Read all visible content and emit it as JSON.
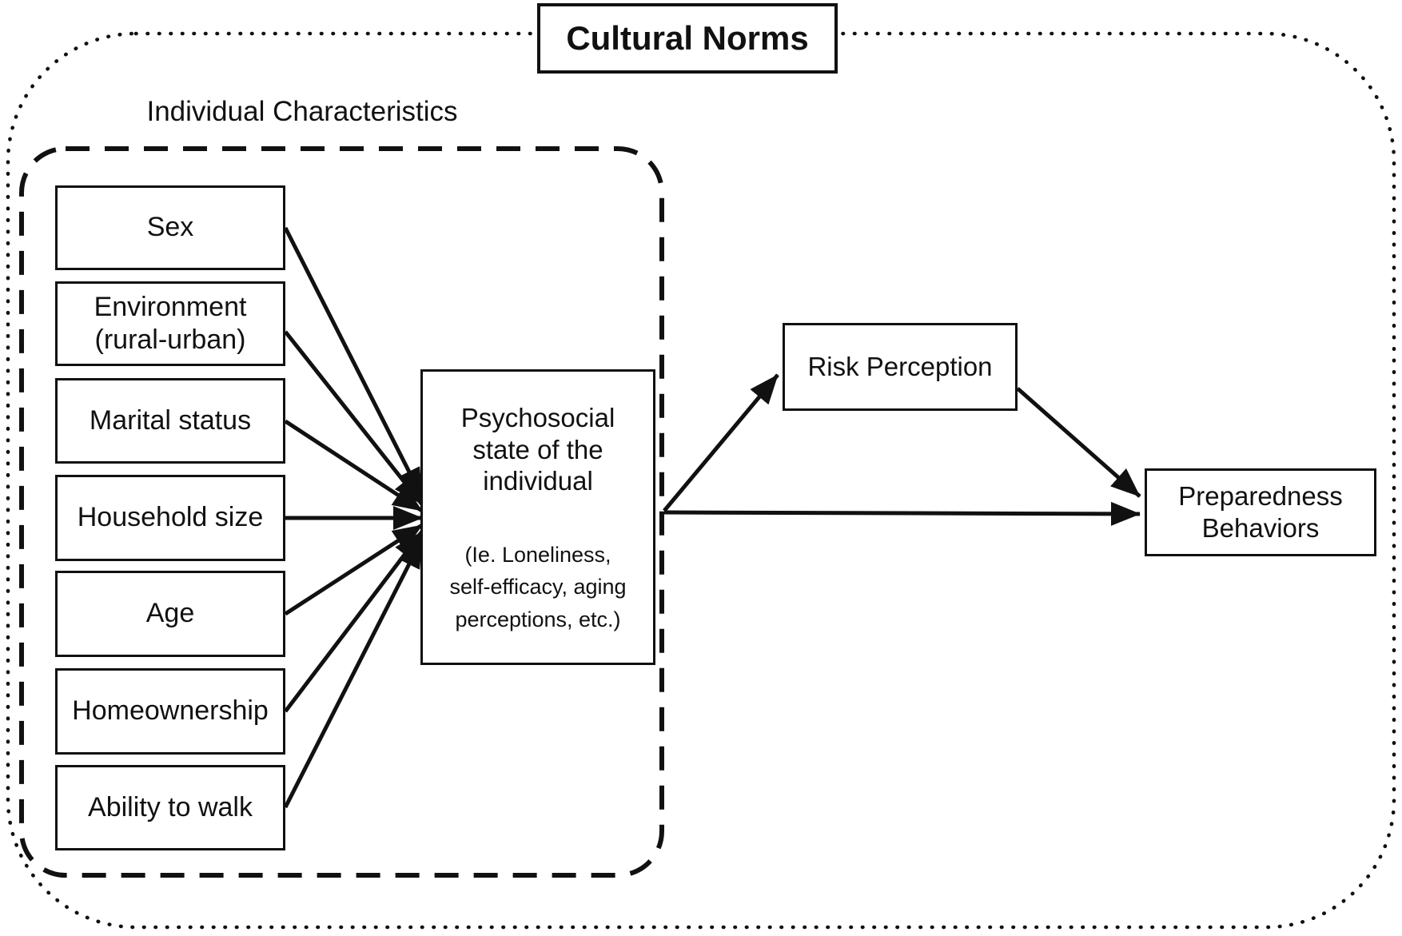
{
  "figure": {
    "type": "conceptual-model-diagram",
    "background": "#ffffff",
    "ink": "#111111"
  },
  "cultural_norms": {
    "label": "Cultural Norms"
  },
  "individual_characteristics": {
    "label": "Individual Characteristics",
    "items": [
      {
        "label": "Sex"
      },
      {
        "label": "Environment (rural-urban)"
      },
      {
        "label": "Marital status"
      },
      {
        "label": "Household size"
      },
      {
        "label": "Age"
      },
      {
        "label": "Homeownership"
      },
      {
        "label": "Ability to walk"
      }
    ]
  },
  "psychosocial": {
    "title": "Psychosocial state of the individual",
    "examples": "(Ie. Loneliness, self-efficacy, aging perceptions, etc.)"
  },
  "risk_perception": {
    "label": "Risk Perception"
  },
  "preparedness_behaviors": {
    "label": "Preparedness Behaviors"
  },
  "edges": [
    {
      "from": "Sex",
      "to": "Psychosocial state of the individual"
    },
    {
      "from": "Environment (rural-urban)",
      "to": "Psychosocial state of the individual"
    },
    {
      "from": "Marital status",
      "to": "Psychosocial state of the individual"
    },
    {
      "from": "Household size",
      "to": "Psychosocial state of the individual"
    },
    {
      "from": "Age",
      "to": "Psychosocial state of the individual"
    },
    {
      "from": "Homeownership",
      "to": "Psychosocial state of the individual"
    },
    {
      "from": "Ability to walk",
      "to": "Psychosocial state of the individual"
    },
    {
      "from": "Psychosocial state of the individual",
      "to": "Risk Perception"
    },
    {
      "from": "Psychosocial state of the individual",
      "to": "Preparedness Behaviors"
    },
    {
      "from": "Risk Perception",
      "to": "Preparedness Behaviors"
    }
  ]
}
